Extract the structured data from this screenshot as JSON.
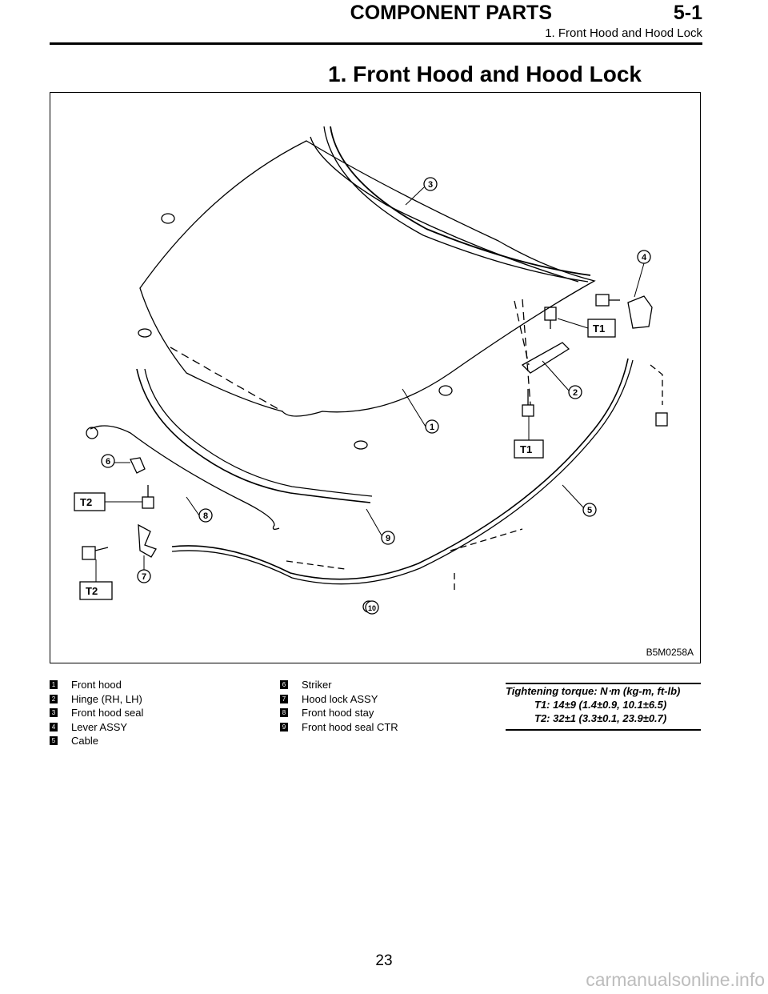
{
  "header": {
    "title": "COMPONENT PARTS",
    "section": "5-1",
    "subtitle": "1. Front Hood and Hood Lock"
  },
  "page_heading": "1. Front Hood and Hood Lock",
  "figure": {
    "code": "B5M0258A",
    "callouts": [
      "1",
      "2",
      "3",
      "4",
      "5",
      "6",
      "7",
      "8",
      "9",
      "10"
    ],
    "torque_tags": [
      "T1",
      "T1",
      "T2",
      "T2"
    ]
  },
  "legend": {
    "left": [
      {
        "num": "1",
        "label": "Front hood"
      },
      {
        "num": "2",
        "label": "Hinge (RH, LH)"
      },
      {
        "num": "3",
        "label": "Front hood seal"
      },
      {
        "num": "4",
        "label": "Lever ASSY"
      },
      {
        "num": "5",
        "label": "Cable"
      }
    ],
    "mid": [
      {
        "num": "6",
        "label": "Striker"
      },
      {
        "num": "7",
        "label": "Hood lock ASSY"
      },
      {
        "num": "8",
        "label": "Front hood stay"
      },
      {
        "num": "9",
        "label": "Front hood seal CTR"
      }
    ]
  },
  "torque": {
    "heading": "Tightening torque: N⋅m (kg-m, ft-lb)",
    "t1": "T1: 14±9 (1.4±0.9, 10.1±6.5)",
    "t2": "T2: 32±1 (3.3±0.1, 23.9±0.7)"
  },
  "page_number": "23",
  "watermark": "carmanualsonline.info"
}
